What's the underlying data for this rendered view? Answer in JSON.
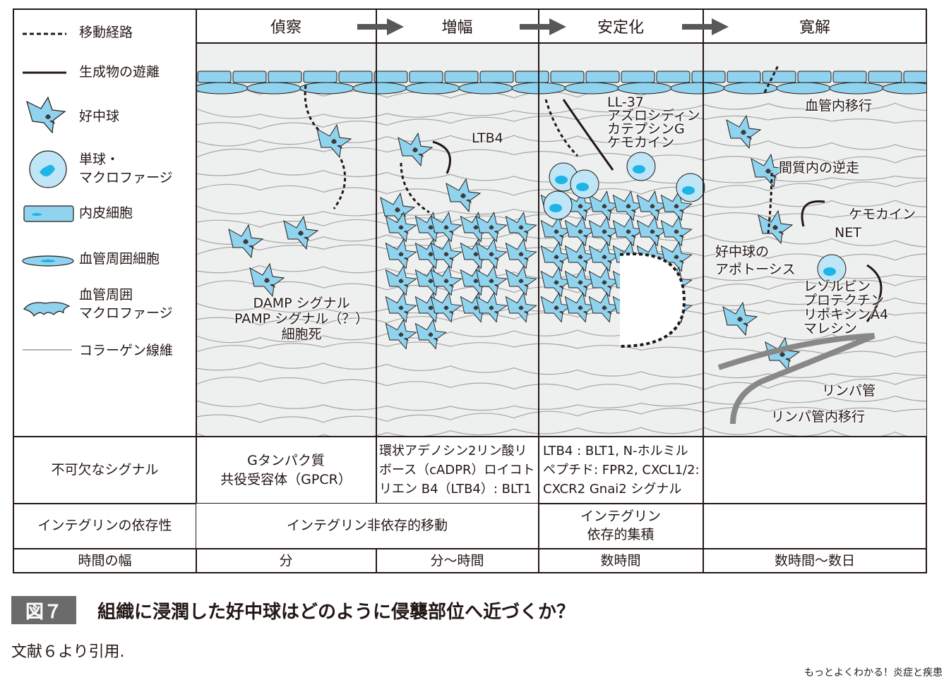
{
  "legend": [
    {
      "icon": "dashed-line",
      "label": "移動経路"
    },
    {
      "icon": "solid-line",
      "label": "生成物の遊離"
    },
    {
      "icon": "neutrophil",
      "label": "好中球"
    },
    {
      "icon": "macrophage",
      "label": "単球・\nマクロファージ"
    },
    {
      "icon": "endothelial-cell",
      "label": "内皮細胞"
    },
    {
      "icon": "pericyte",
      "label": "血管周囲細胞"
    },
    {
      "icon": "perivascular-macrophage",
      "label": "血管周囲\nマクロファージ"
    },
    {
      "icon": "collagen-line",
      "label": "コラーゲン線維"
    }
  ],
  "phases": [
    "偵察",
    "増幅",
    "安定化",
    "寛解"
  ],
  "annotations": {
    "scout": "DAMP シグナル\nPAMP シグナル（？）\n細胞死",
    "amplify": "LTB4",
    "stabilize": "LL-37\nアズロシディン\nカテプシンG\nケモカイン",
    "resolve_reverse_trans": "血管内移行",
    "resolve_interstitial": "間質内の逆走",
    "resolve_chemokine": "ケモカイン",
    "resolve_net": "NET",
    "resolve_apoptosis": "好中球の\nアポトーシス",
    "resolve_mediators": "レゾルビン\nプロテクチン\nリポキシンA4\nマレシン",
    "resolve_lymph": "リンパ管",
    "resolve_lymph_migration": "リンパ管内移行"
  },
  "rows": {
    "signal": {
      "header": "不可欠なシグナル",
      "cells": [
        "Gタンパク質\n共役受容体（GPCR）",
        "環状アデノシン2リン酸リ\nボース（cADPR）ロイコト\nリエン B4（LTB4）: BLT1",
        "LTB4 : BLT1, N-ホルミル\nペプチド: FPR2, CXCL1/2:\nCXCR2 Gnai2 シグナル",
        ""
      ]
    },
    "integrin": {
      "header": "インテグリンの依存性",
      "cells": [
        "インテグリン非依存的移動",
        "インテグリン\n依存的集積",
        ""
      ]
    },
    "time": {
      "header": "時間の幅",
      "cells": [
        "分",
        "分〜時間",
        "数時間",
        "数時間〜数日"
      ]
    }
  },
  "caption": {
    "label": "図７",
    "title": "組織に浸潤した好中球はどのように侵襲部位へ近づくか？",
    "source": "文献６より引用.",
    "book": "もっとよくわかる！炎症と疾患"
  },
  "colors": {
    "cell_blue": "#8fd3ef",
    "nucleus_blue": "#1fb4e6",
    "panel_bg": "#eef0ef",
    "dark": "#231815"
  }
}
